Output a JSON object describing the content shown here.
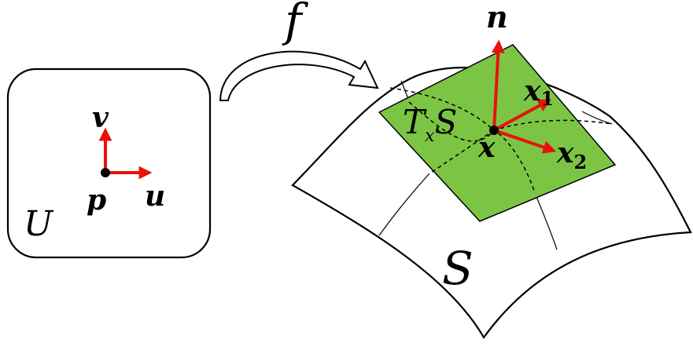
{
  "colors": {
    "arrow": "#e8120c",
    "tangent_plane": "#7cc544",
    "outline": "#000000",
    "background": "#ffffff"
  },
  "domain_box": {
    "region_label": "U",
    "point_label": "p",
    "u_label": "u",
    "v_label": "v"
  },
  "mapping": {
    "label": "f"
  },
  "surface": {
    "label": "S",
    "tangent_plane_label": {
      "main": "T",
      "sub": "x",
      "tail": "S"
    },
    "point_label": "x",
    "normal_label": "n",
    "axis1": {
      "main": "x",
      "sub": "1"
    },
    "axis2": {
      "main": "x",
      "sub": "2"
    }
  }
}
